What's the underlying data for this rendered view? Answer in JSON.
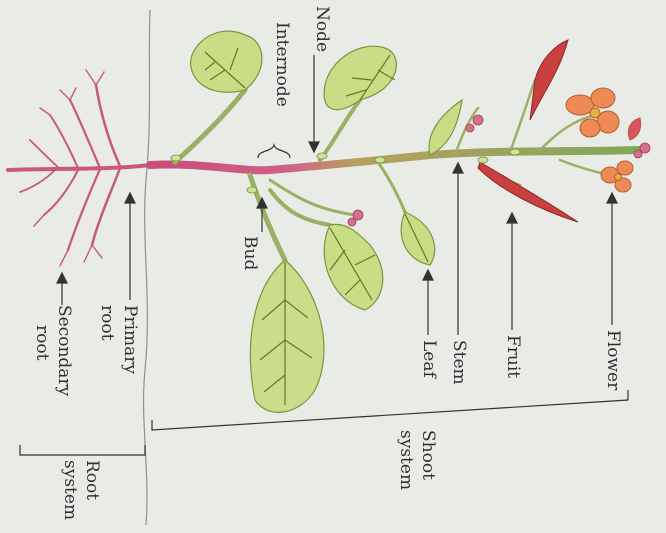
{
  "diagram": {
    "labels": {
      "node": "Node",
      "internode": "Internode",
      "bud": "Bud",
      "leaf": "Leaf",
      "stem": "Stem",
      "fruit": "Fruit",
      "flower": "Flower",
      "primary_root": [
        "Primary",
        "root"
      ],
      "secondary_root": [
        "Secondary",
        "root"
      ],
      "root_system": [
        "Root",
        "system"
      ],
      "shoot_system": [
        "Shoot",
        "system"
      ]
    },
    "colors": {
      "background": "#e9ebe6",
      "root": "#c45a7a",
      "stem": "#8aa85a",
      "leaf_fill": "#c9dc86",
      "leaf_vein": "#5f7a2a",
      "fruit": "#c8413f",
      "flower": "#ee8a55",
      "bud": "#d8708d",
      "text": "#2f2f33"
    }
  }
}
